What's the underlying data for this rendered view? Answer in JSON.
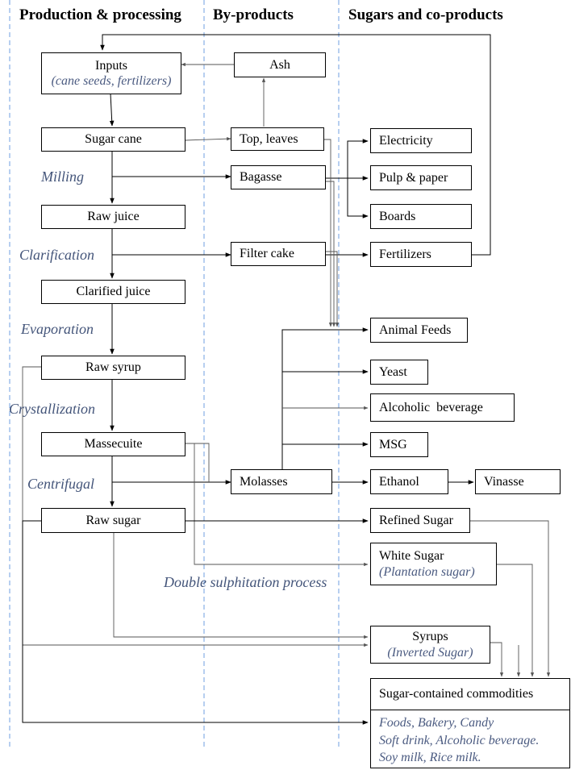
{
  "columns": {
    "production": "Production & processing",
    "byproducts": "By-products",
    "sugars": "Sugars and co-products"
  },
  "processing_steps": {
    "milling": "Milling",
    "clarification": "Clarification",
    "evaporation": "Evaporation",
    "crystallization": "Crystallization",
    "centrifugal": "Centrifugal",
    "double_sulphitation": "Double sulphitation process"
  },
  "nodes": {
    "inputs": "Inputs",
    "inputs_sub": "(cane seeds, fertilizers)",
    "sugar_cane": "Sugar cane",
    "raw_juice": "Raw juice",
    "clarified_juice": "Clarified juice",
    "raw_syrup": "Raw syrup",
    "massecuite": "Massecuite",
    "raw_sugar": "Raw sugar",
    "ash": "Ash",
    "top_leaves": "Top, leaves",
    "bagasse": "Bagasse",
    "filter_cake": "Filter cake",
    "molasses": "Molasses",
    "electricity": "Electricity",
    "pulp_paper": "Pulp & paper",
    "boards": "Boards",
    "fertilizers": "Fertilizers",
    "animal_feeds": "Animal Feeds",
    "yeast": "Yeast",
    "alcoholic_beverage": "Alcoholic  beverage",
    "msg": "MSG",
    "ethanol": "Ethanol",
    "vinasse": "Vinasse",
    "refined_sugar": "Refined Sugar",
    "white_sugar": "White Sugar",
    "white_sugar_sub": "(Plantation sugar)",
    "syrups": "Syrups",
    "syrups_sub": "(Inverted Sugar)",
    "sugar_commodities": "Sugar-contained commodities",
    "commodities_line1": "Foods, Bakery, Candy",
    "commodities_line2": "Soft drink, Alcoholic beverage.",
    "commodities_line3": "Soy milk, Rice milk."
  },
  "colors": {
    "step_text": "#44557a",
    "subtitle_text": "#4a5a80",
    "divider": "#6f9fe0"
  }
}
